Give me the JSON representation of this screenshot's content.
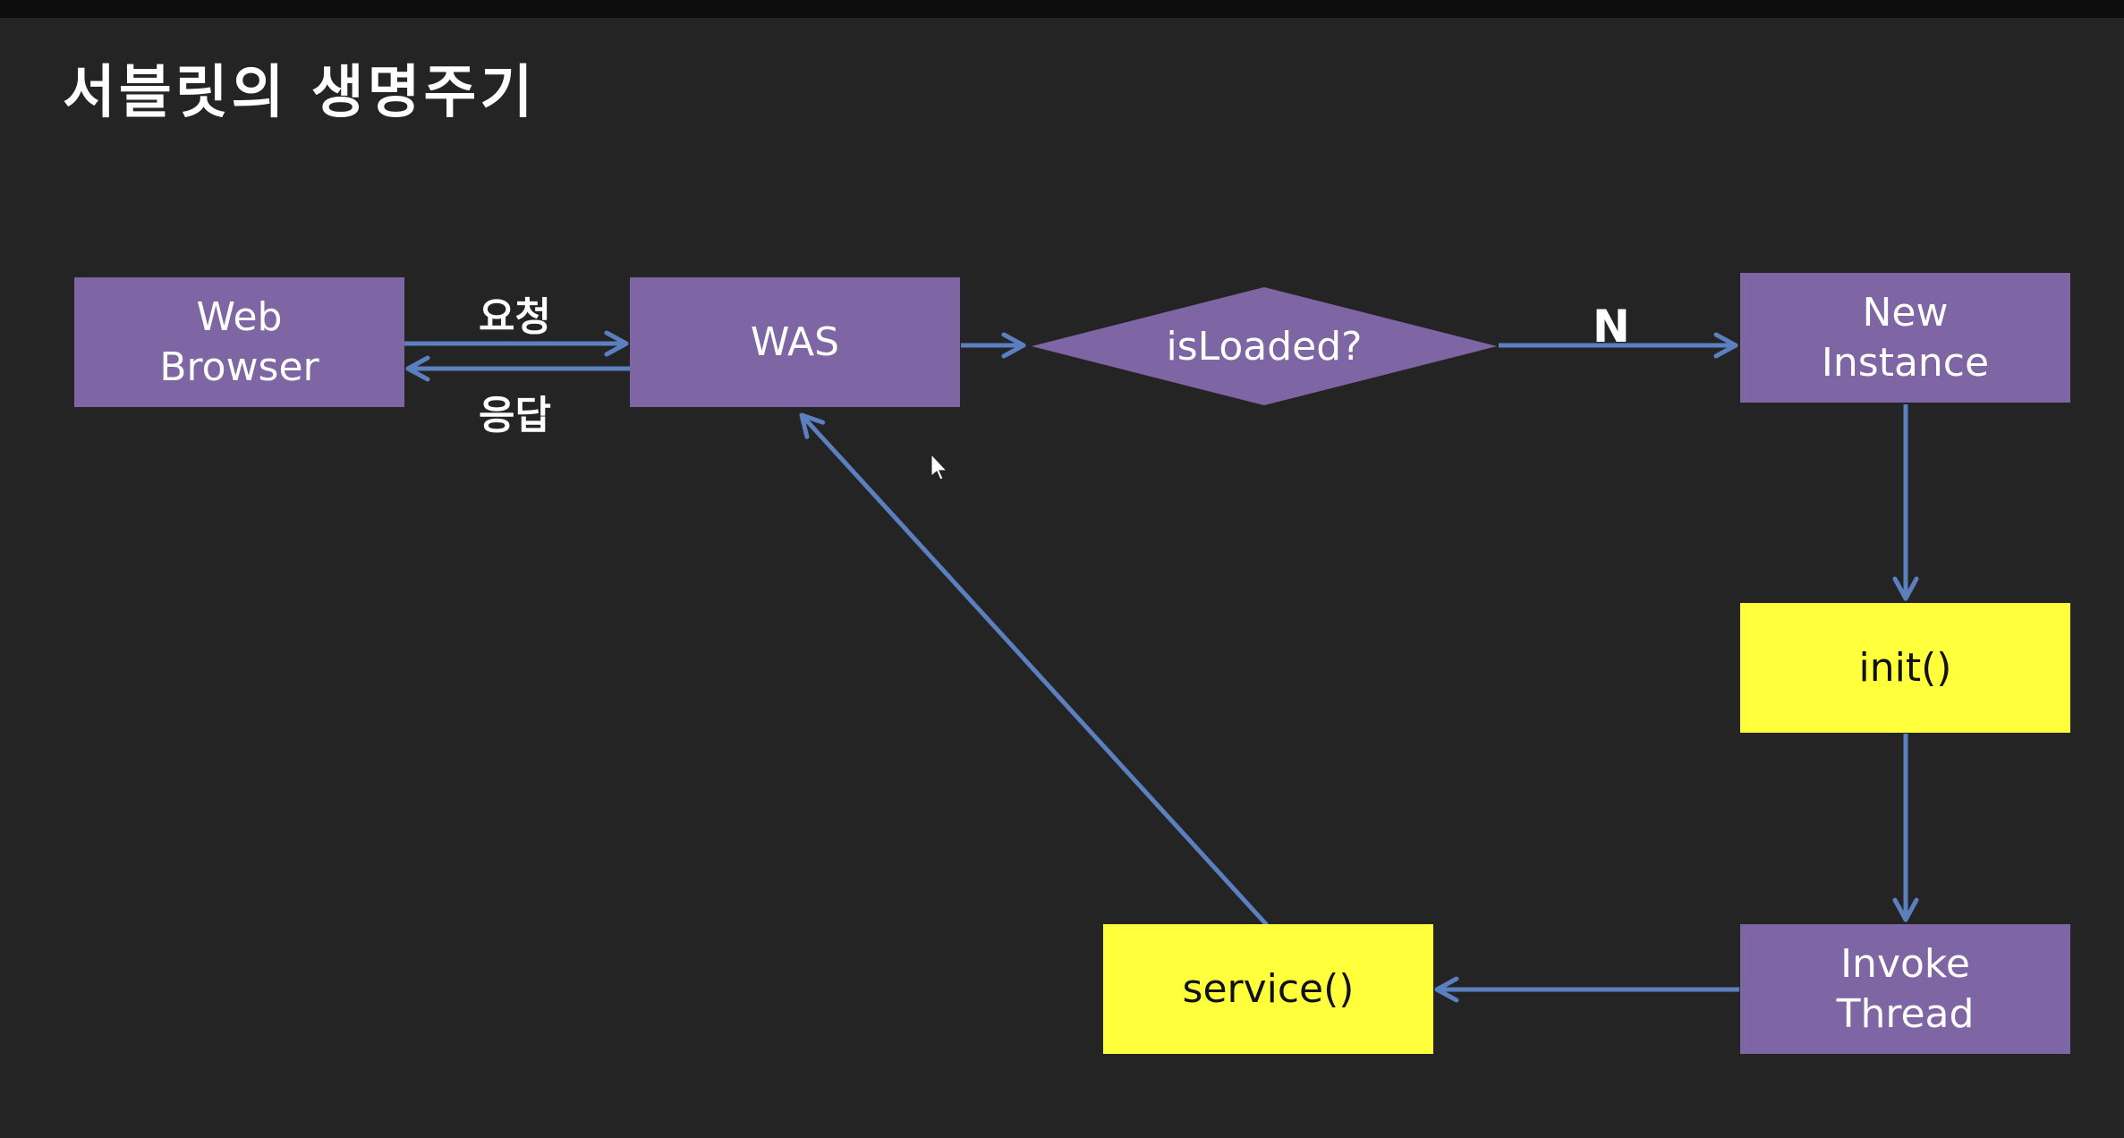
{
  "title": "서블릿의 생명주기",
  "nodes": {
    "web_browser": "Web\nBrowser",
    "was": "WAS",
    "is_loaded": "isLoaded?",
    "new_instance": "New\nInstance",
    "init": "init()",
    "invoke_thread": "Invoke\nThread",
    "service": "service()"
  },
  "edges": {
    "request": "요청",
    "response": "응답",
    "no": "N"
  },
  "colors": {
    "background": "#242424",
    "process": "#7d66a3",
    "method": "#ffff3c",
    "arrow": "#5b7fbf",
    "text": "#ffffff"
  }
}
